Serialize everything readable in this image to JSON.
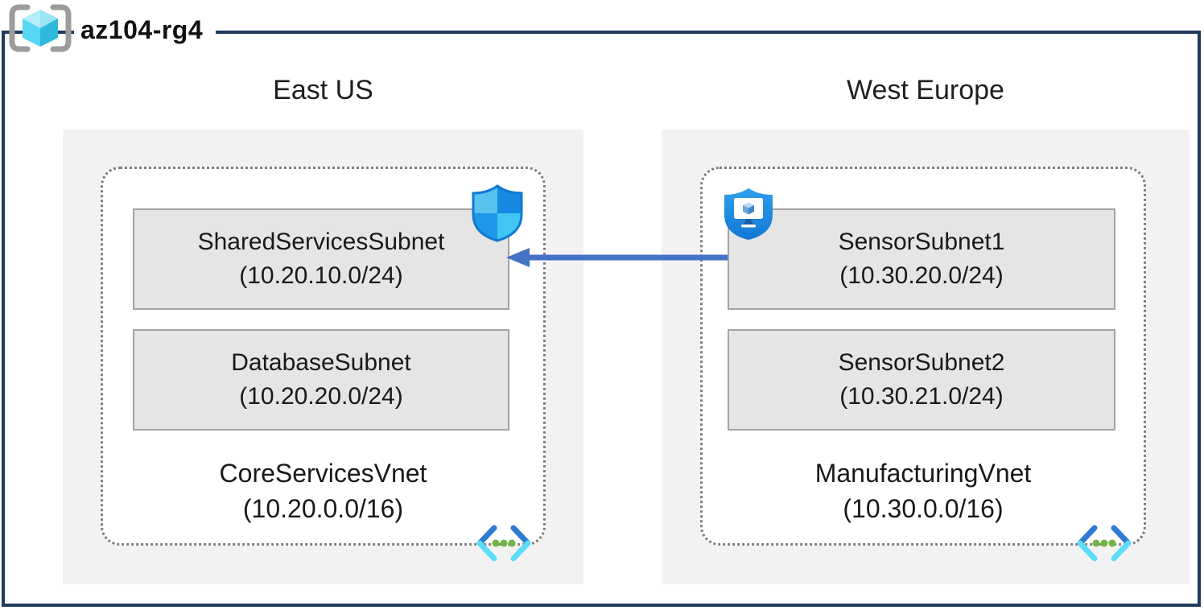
{
  "resource_group": {
    "label": "az104-rg4"
  },
  "regions": [
    {
      "name": "East US",
      "vnet": {
        "name": "CoreServicesVnet",
        "cidr": "(10.20.0.0/16)",
        "subnets": [
          {
            "name": "SharedServicesSubnet",
            "cidr": "(10.20.10.0/24)"
          },
          {
            "name": "DatabaseSubnet",
            "cidr": "(10.20.20.0/24)"
          }
        ]
      }
    },
    {
      "name": "West Europe",
      "vnet": {
        "name": "ManufacturingVnet",
        "cidr": "(10.30.0.0/16)",
        "subnets": [
          {
            "name": "SensorSubnet1",
            "cidr": "(10.30.20.0/24)"
          },
          {
            "name": "SensorSubnet2",
            "cidr": "(10.30.21.0/24)"
          }
        ]
      }
    }
  ],
  "connection": {
    "from": "SensorSubnet1",
    "to": "SharedServicesSubnet",
    "direction": "right-to-left"
  },
  "icons": {
    "resource_group": "resource-group-icon",
    "nsg_shield": "network-security-shield-icon",
    "asg_shield": "application-security-group-icon",
    "virtual_network": "virtual-network-icon"
  },
  "colors": {
    "frame_navy": "#1e3a5c",
    "arrow_blue": "#4472c4",
    "region_fill": "#f2f2f2",
    "subnet_fill": "#e5e5e5",
    "subnet_border": "#a3a3a3",
    "vnet_dotted_border": "#7e7e7e",
    "shield_blue": "#1887df",
    "shield_cyan": "#58c2ef",
    "vnet_green_dots": "#71b544"
  }
}
